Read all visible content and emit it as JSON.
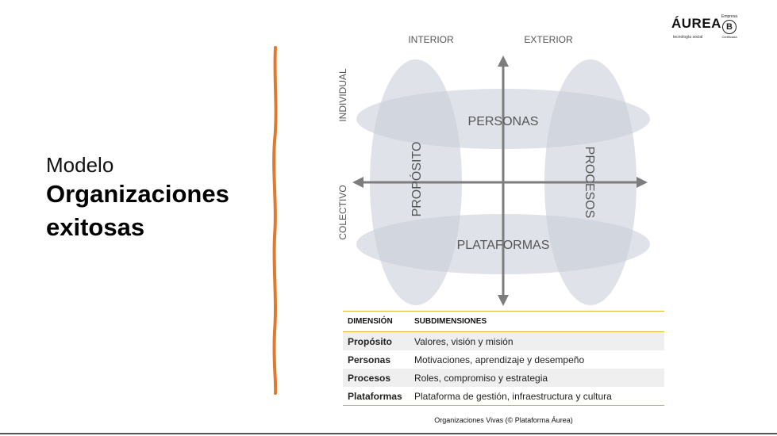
{
  "slide": {
    "subtitle": "Modelo",
    "title_line1": "Organizaciones",
    "title_line2": "exitosas"
  },
  "logo": {
    "name": "ÁUREA",
    "tagline": "tecnología social",
    "bcorp_top": "Empresa",
    "bcorp_letter": "B",
    "bcorp_bottom": "Certificada"
  },
  "diagram": {
    "interior": "INTERIOR",
    "exterior": "EXTERIOR",
    "individual": "INDIVIDUAL",
    "colectivo": "COLECTIVO",
    "personas": "PERSONAS",
    "plataformas": "PLATAFORMAS",
    "proposito": "PROPÓSITO",
    "procesos": "PROCESOS"
  },
  "table": {
    "headers": [
      "DIMENSIÓN",
      "SUBDIMENSIONES"
    ],
    "rows": [
      {
        "dimension": "Propósito",
        "sub": "Valores, visión y misión"
      },
      {
        "dimension": "Personas",
        "sub": "Motivaciones, aprendizaje y desempeño"
      },
      {
        "dimension": "Procesos",
        "sub": "Roles, compromiso y estrategia"
      },
      {
        "dimension": "Plataformas",
        "sub": "Plataforma de gestión, infraestructura y cultura"
      }
    ]
  },
  "caption": "Organizaciones  Vivas (© Plataforma Áurea)",
  "colors": {
    "accent_orange": "#e07a2e",
    "table_rule": "#e7b43c",
    "ellipse_fill": "#c9cfd9",
    "axis_gray": "#7d7d7d"
  }
}
